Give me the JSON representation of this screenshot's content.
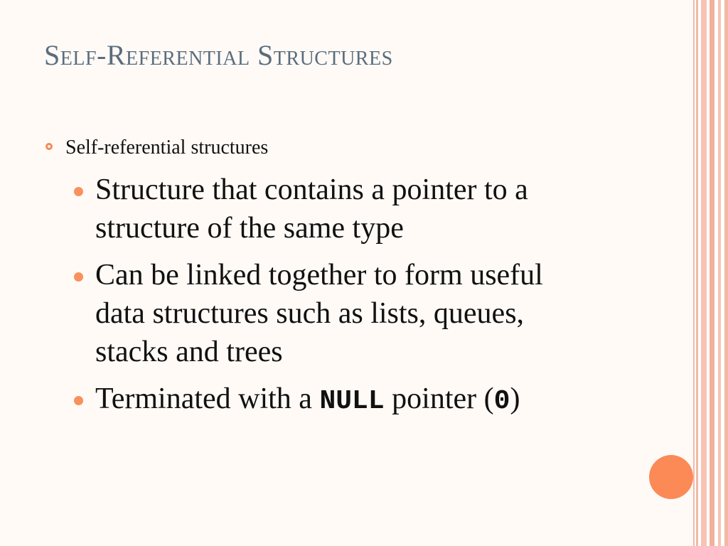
{
  "slide": {
    "title": "Self-Referential Structures",
    "level1": {
      "text": "Self-referential structures"
    },
    "level2": [
      {
        "text": "Structure that contains a pointer to a structure of the same type"
      },
      {
        "text": "Can be linked together to form useful data structures such as lists, queues, stacks and trees"
      },
      {
        "before": "Terminated with a ",
        "code1": "NULL",
        "middle": " pointer (",
        "code2": "0",
        "after": ")"
      }
    ]
  },
  "colors": {
    "title": "#5a6d7e",
    "bullet_accent": "#f8915d",
    "stripe": "#f3b9a7",
    "accent_dot": "#fb8a57"
  }
}
